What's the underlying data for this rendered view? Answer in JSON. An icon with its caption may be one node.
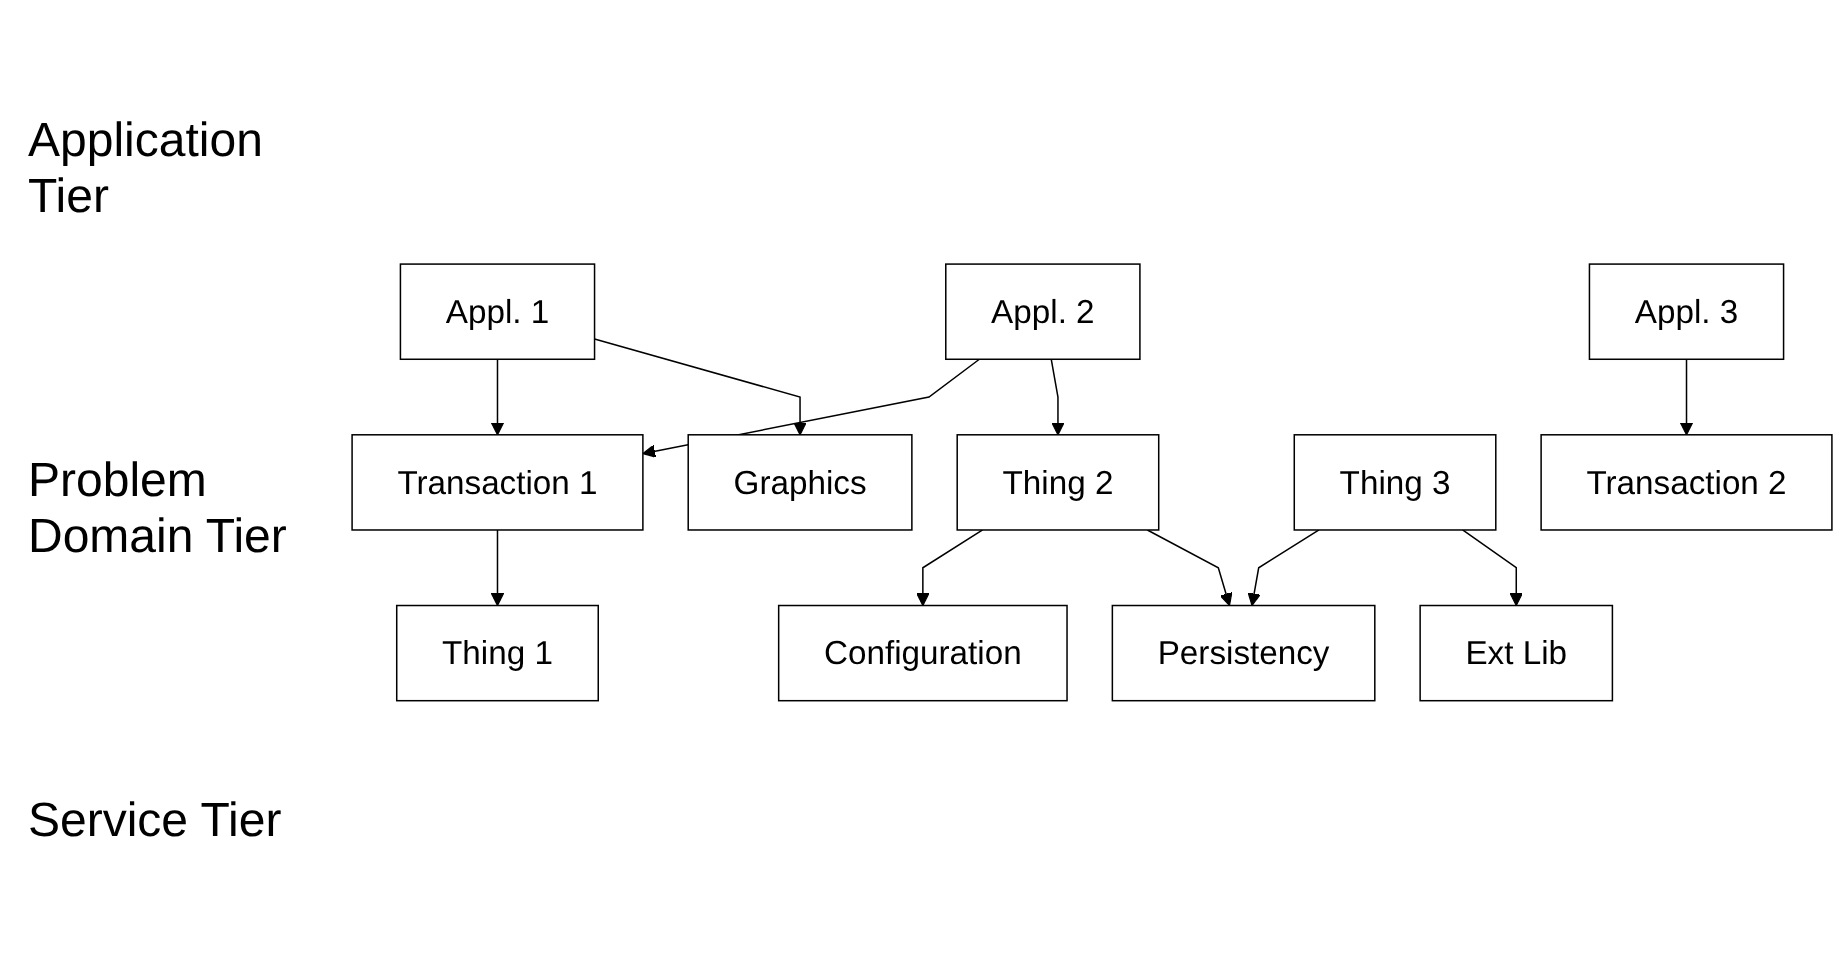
{
  "diagram": {
    "nodes": [
      {
        "text": [
          "Appl. 1"
        ]
      },
      {
        "text": [
          "Appl. 2"
        ]
      },
      {
        "text": [
          "Appl. 3"
        ]
      },
      {
        "text": [
          "Transaction 1"
        ]
      },
      {
        "text": [
          "Transaction 2"
        ]
      },
      {
        "text": [
          "Thing 1"
        ]
      },
      {
        "text": [
          "Thing 2"
        ]
      },
      {
        "text": [
          "Thing 3"
        ]
      },
      {
        "text": [
          "Graphics"
        ]
      },
      {
        "text": [
          "Configuration"
        ]
      },
      {
        "text": [
          "Persistency"
        ]
      },
      {
        "text": [
          "Ext Lib"
        ]
      }
    ],
    "edges": [
      {
        "from": 0,
        "to": 3,
        "arrow": "to"
      },
      {
        "from": 0,
        "to": 8,
        "arrow": "to"
      },
      {
        "from": 1,
        "to": 3,
        "arrow": "to"
      },
      {
        "from": 1,
        "to": 6,
        "arrow": "to"
      },
      {
        "from": 2,
        "to": 4,
        "arrow": "to"
      },
      {
        "from": 3,
        "to": 5,
        "arrow": "to"
      },
      {
        "from": 6,
        "to": 9,
        "arrow": "to"
      },
      {
        "from": 6,
        "to": 10,
        "arrow": "to"
      },
      {
        "from": 7,
        "to": 10,
        "arrow": "to"
      },
      {
        "from": 7,
        "to": 11,
        "arrow": "to"
      }
    ],
    "labels": [
      "Application Tier",
      "Problem Domain Tier",
      "Service Tier"
    ]
  }
}
